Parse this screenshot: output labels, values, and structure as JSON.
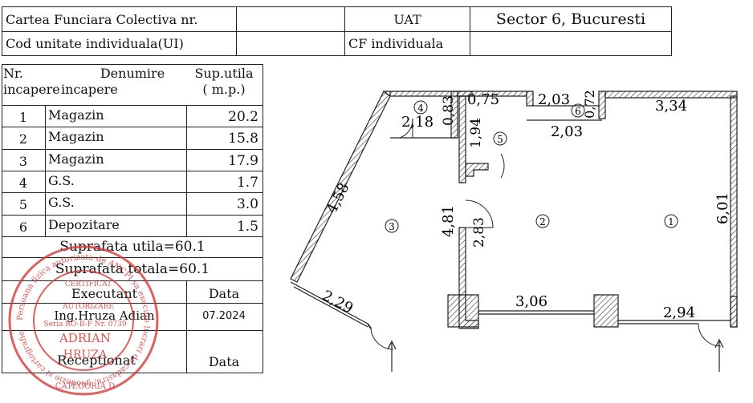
{
  "header": {
    "row1": {
      "label": "Cartea Funciara Colectiva nr.",
      "value": "",
      "uat_label": "UAT",
      "uat_value": "Sector 6, Bucuresti"
    },
    "row2": {
      "label": "Cod unitate individuala(UI)",
      "value": "",
      "cf_label": "CF individuala",
      "cf_value": ""
    }
  },
  "table": {
    "col_nr_1": "Nr.",
    "col_nr_2": "incapere",
    "col_name_1": "Denumire",
    "col_name_2": "incapere",
    "col_area_1": "Sup.utila",
    "col_area_2": "( m.p.)",
    "rows": [
      {
        "nr": "1",
        "name": "Magazin",
        "area": "20.2"
      },
      {
        "nr": "2",
        "name": "Magazin",
        "area": "15.8"
      },
      {
        "nr": "3",
        "name": "Magazin",
        "area": "17.9"
      },
      {
        "nr": "4",
        "name": "G.S.",
        "area": "1.7"
      },
      {
        "nr": "5",
        "name": "G.S.",
        "area": "3.0"
      },
      {
        "nr": "6",
        "name": "Depozitare",
        "area": "1.5"
      }
    ],
    "suprafata_utila": "Suprafata utila=60.1",
    "suprafata_totala": "Suprafata totala=60.1",
    "executant_label": "Executant",
    "data_label": "Data",
    "executant_name": "Ing.Hruza Adian",
    "executant_date": "07.2024",
    "receptionat_label": "Receptionat",
    "receptionat_data": "Data"
  },
  "stamp": {
    "text_ring": "Persoana fizica autorizata de ANCPI sa execute lucrari de cadastru, geodezie si cartografie",
    "center_1": "CERTIFICAT",
    "center_2": "AUTORIZARE",
    "center_3": "Seria RO-B-F Nr. 0739",
    "center_4": "ADRIAN",
    "center_5": "HRUZA",
    "bottom": "CATEGORIA D",
    "color": "#d43a3a"
  },
  "plan": {
    "dims": {
      "d1": "4,58",
      "d2": "2,18",
      "d3": "0,83",
      "d4": "0,75",
      "d5": "2,03",
      "d6": "0,72",
      "d7": "3,34",
      "d8": "1,94",
      "d9": "2,03",
      "d10": "4,81",
      "d11": "2,83",
      "d12": "6,01",
      "d13": "2,29",
      "d14": "3,06",
      "d15": "2,94"
    },
    "rooms": [
      "1",
      "2",
      "3",
      "4",
      "5",
      "6"
    ]
  }
}
